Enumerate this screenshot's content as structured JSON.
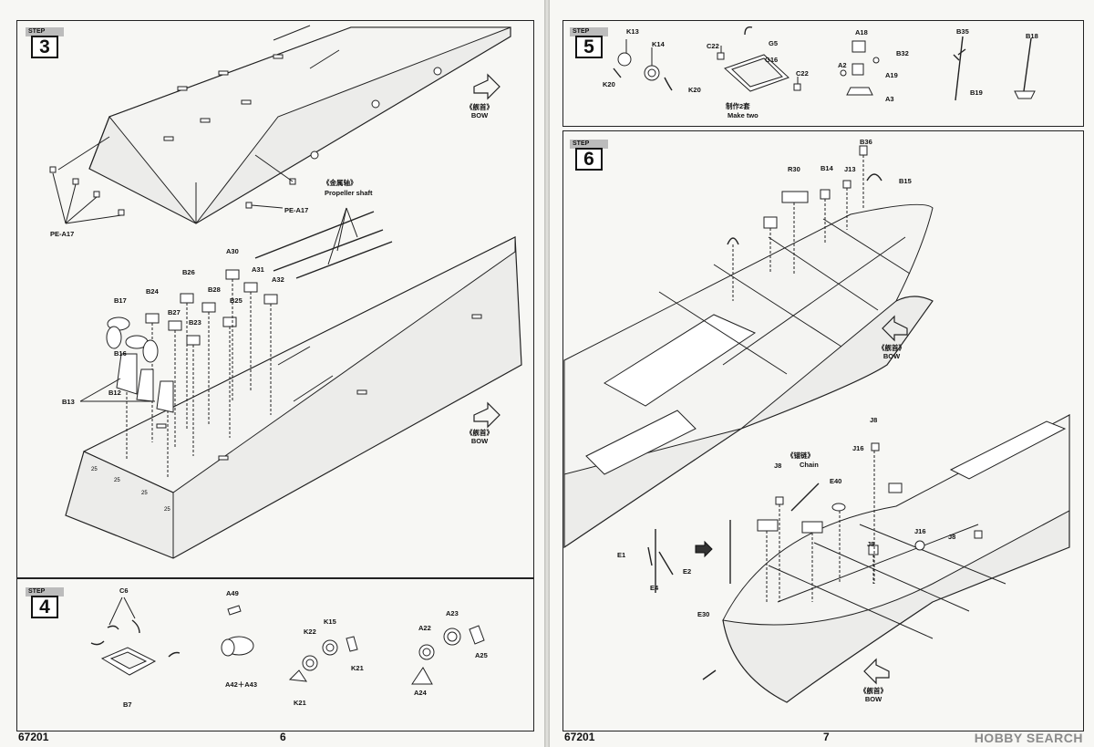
{
  "left_page": {
    "footer_code": "67201",
    "page_number": "6",
    "step3": {
      "step_word": "STEP",
      "number": "3",
      "labels": {
        "pe_a17_left": "PE-A17",
        "pe_a17_right": "PE-A17",
        "shaft_cn": "《金属轴》",
        "shaft_en": "Propeller shaft",
        "a30": "A30",
        "a31": "A31",
        "a32": "A32",
        "b26": "B26",
        "b28": "B28",
        "b25": "B25",
        "b24": "B24",
        "b27": "B27",
        "b23": "B23",
        "b17": "B17",
        "b16": "B16",
        "b12": "B12",
        "b13": "B13"
      },
      "bow_top": {
        "cn": "《舰首》",
        "en": "BOW"
      },
      "bow_bottom": {
        "cn": "《舰首》",
        "en": "BOW"
      }
    },
    "step4": {
      "step_word": "STEP",
      "number": "4",
      "labels": {
        "c6": "C6",
        "b7": "B7",
        "a49": "A49",
        "a42_a43": "A42＋A43",
        "k15": "K15",
        "k22": "K22",
        "k21_right": "K21",
        "k21_left": "K21",
        "a23": "A23",
        "a22": "A22",
        "a25": "A25",
        "a24": "A24"
      }
    }
  },
  "right_page": {
    "footer_code": "67201",
    "page_number": "7",
    "watermark": "HOBBY SEARCH",
    "step5": {
      "step_word": "STEP",
      "number": "5",
      "labels": {
        "k13": "K13",
        "k14": "K14",
        "k20_left": "K20",
        "k20_right": "K20",
        "c22_left": "C22",
        "g5": "G5",
        "g16": "G16",
        "c22_right": "C22",
        "make_two_cn": "制作2套",
        "make_two_en": "Make two",
        "a18": "A18",
        "a2": "A2",
        "b32": "B32",
        "a19": "A19",
        "a3": "A3",
        "b35": "B35",
        "b19": "B19",
        "b18": "B18"
      }
    },
    "step6": {
      "step_word": "STEP",
      "number": "6",
      "labels": {
        "b36": "B36",
        "r30": "R30",
        "b14": "B14",
        "j13": "J13",
        "b15": "B15",
        "j8_top": "J8",
        "j16_top": "J16",
        "chain_cn": "《锚链》",
        "chain_en": "Chain",
        "j8_mid": "J8",
        "e40": "E40",
        "j16_mid": "J16",
        "j8_right": "J8",
        "e1": "E1",
        "e2": "E2",
        "e4": "E4",
        "e30": "E30",
        "j8_low": "J8"
      },
      "bow_top": {
        "cn": "《舰首》",
        "en": "BOW"
      },
      "bow_bottom": {
        "cn": "《舰首》",
        "en": "BOW"
      }
    }
  }
}
